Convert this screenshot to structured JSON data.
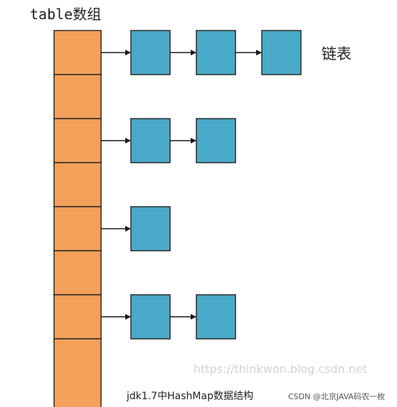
{
  "title": "table数组",
  "list_label": "链表",
  "watermark": "https://thinkwon.blog.csdn.net",
  "caption": "jdk1.7中HashMap数据结构",
  "credit": "CSDN @北京JAVA码农一枚",
  "colors": {
    "bucket_fill": "#f4a05a",
    "bucket_stroke": "#2a2a2a",
    "node_fill": "#49a9c9",
    "node_stroke": "#2a2a2a",
    "arrow": "#1a1a1a"
  },
  "table": {
    "bucket_count": 8,
    "chains": [
      {
        "bucket": 0,
        "nodes": 3
      },
      {
        "bucket": 2,
        "nodes": 2
      },
      {
        "bucket": 4,
        "nodes": 1
      },
      {
        "bucket": 6,
        "nodes": 2
      }
    ]
  }
}
